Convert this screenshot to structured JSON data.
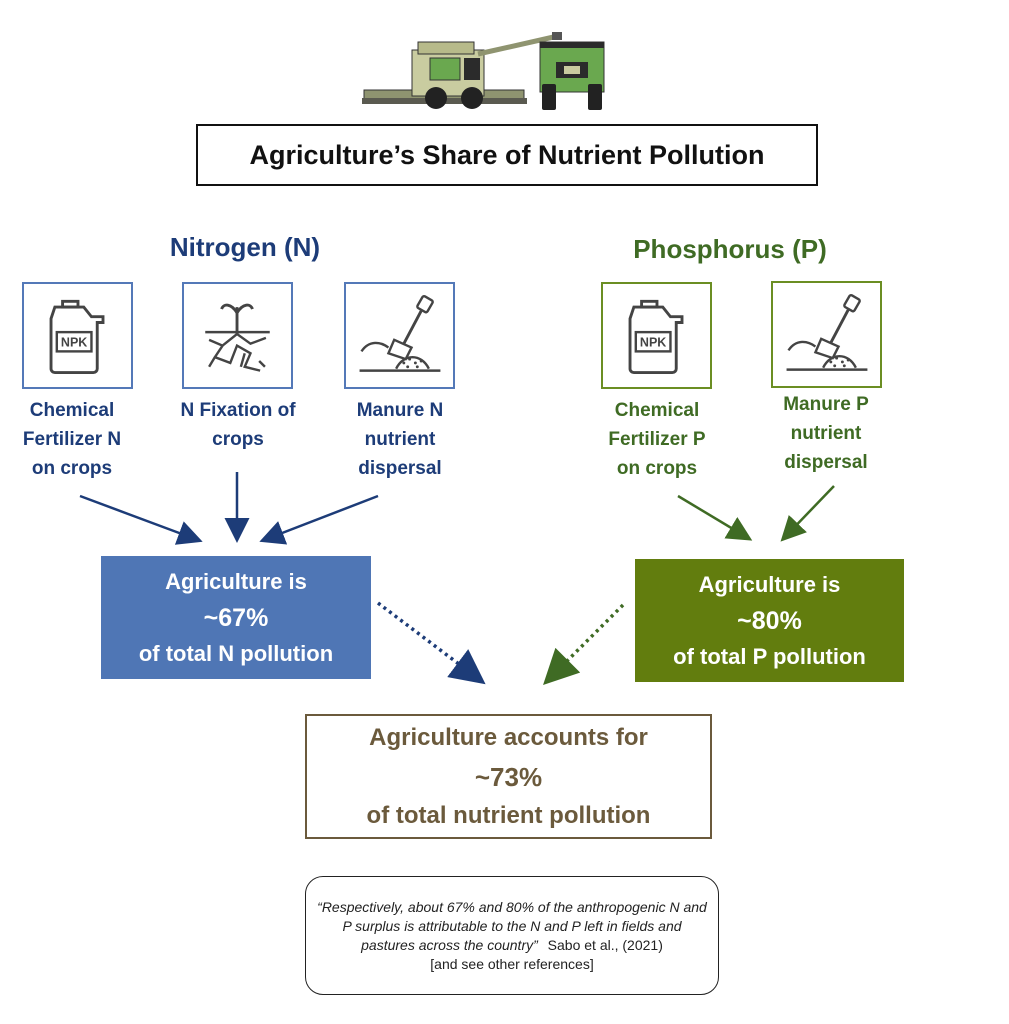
{
  "title": "Agriculture’s Share of Nutrient Pollution",
  "nitrogen": {
    "heading": "Nitrogen (N)",
    "color": "#1d3c78",
    "box_color": "#4f76b5",
    "sources": [
      {
        "label": "Chemical Fertilizer N on crops",
        "icon": "fertilizer-jug-icon",
        "icon_text": "NPK"
      },
      {
        "label": "N Fixation of crops",
        "icon": "root-fixation-icon"
      },
      {
        "label": "Manure N nutrient dispersal",
        "icon": "shovel-manure-icon"
      }
    ],
    "result": {
      "line1": "Agriculture is",
      "percent": "~67%",
      "line3": "of total N pollution"
    }
  },
  "phosphorus": {
    "heading": "Phosphorus (P)",
    "color": "#3f6b24",
    "box_color": "#627d0e",
    "sources": [
      {
        "label": "Chemical Fertilizer P on crops",
        "icon": "fertilizer-jug-icon",
        "icon_text": "NPK"
      },
      {
        "label": "Manure P nutrient dispersal",
        "icon": "shovel-manure-icon"
      }
    ],
    "result": {
      "line1": "Agriculture is",
      "percent": "~80%",
      "line3": "of total P pollution"
    }
  },
  "total": {
    "color": "#6b5a3c",
    "line1": "Agriculture accounts for",
    "percent": "~73%",
    "line3": "of total nutrient pollution"
  },
  "quote": {
    "text": "“Respectively, about 67% and 80% of the anthropogenic N and P surplus is attributable to the N and P left in fields and pastures across the country”",
    "citation": "Sabo et al., (2021)",
    "note": "[and see other references]"
  },
  "illustration": {
    "icon": "combine-harvester-tractor-icon"
  }
}
